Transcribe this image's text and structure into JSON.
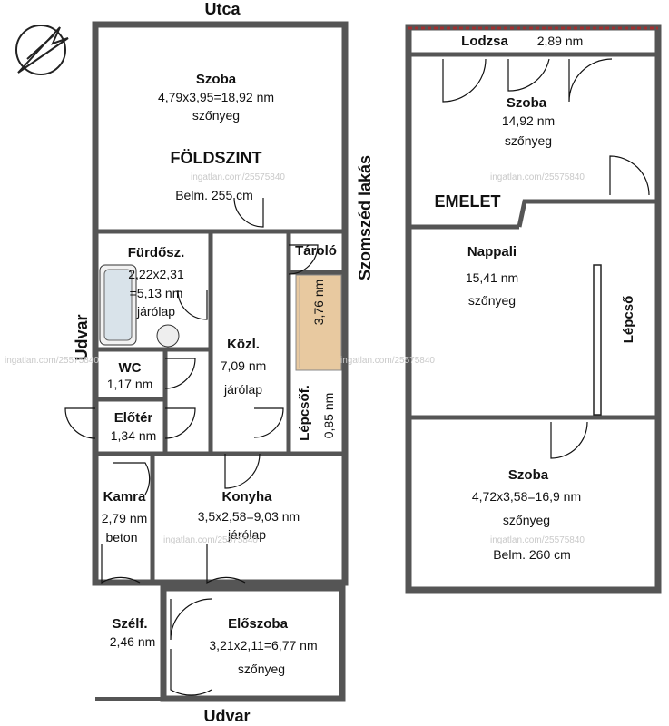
{
  "labels": {
    "street": "Utca",
    "yard_bottom": "Udvar",
    "yard_side": "Udvar",
    "neighbor": "Szomszéd lakás",
    "ground_floor": "FÖLDSZINT",
    "upper_floor": "EMELET"
  },
  "ground": {
    "szoba": {
      "name": "Szoba",
      "dims": "4,79x3,95=18,92 nm",
      "floor": "szőnyeg",
      "height": "Belm. 255 cm"
    },
    "furdo": {
      "name": "Fürdősz.",
      "dims1": "2,22x2,31",
      "dims2": "=5,13 nm",
      "floor": "járólap"
    },
    "wc": {
      "name": "WC",
      "area": "1,17 nm"
    },
    "kozl": {
      "name": "Közl.",
      "area": "7,09 nm",
      "floor": "járólap"
    },
    "tarolo": {
      "name": "Tároló",
      "area": "3,76 nm"
    },
    "lepcsof": {
      "name": "Lépcsőf.",
      "area": "0,85 nm"
    },
    "eloter": {
      "name": "Előtér",
      "area": "1,34 nm"
    },
    "kamra": {
      "name": "Kamra",
      "area": "2,79 nm",
      "floor": "beton"
    },
    "konyha": {
      "name": "Konyha",
      "dims": "3,5x2,58=9,03 nm",
      "floor": "járólap"
    },
    "szelf": {
      "name": "Szélf.",
      "area": "2,46 nm"
    },
    "eloszoba": {
      "name": "Előszoba",
      "dims": "3,21x2,11=6,77 nm",
      "floor": "szőnyeg"
    }
  },
  "upper": {
    "lodzsa": {
      "name": "Lodzsa",
      "area": "2,89 nm"
    },
    "szoba1": {
      "name": "Szoba",
      "area": "14,92 nm",
      "floor": "szőnyeg"
    },
    "nappali": {
      "name": "Nappali",
      "area": "15,41 nm",
      "floor": "szőnyeg"
    },
    "lepcso": {
      "name": "Lépcső"
    },
    "szoba2": {
      "name": "Szoba",
      "dims": "4,72x3,58=16,9 nm",
      "floor": "szőnyeg",
      "height": "Belm. 260 cm"
    }
  },
  "watermark": "ingatlan.com/25575840",
  "colors": {
    "stair": "#e8c9a0",
    "wall": "#555555",
    "lodzsa_rail": "#a03030"
  }
}
